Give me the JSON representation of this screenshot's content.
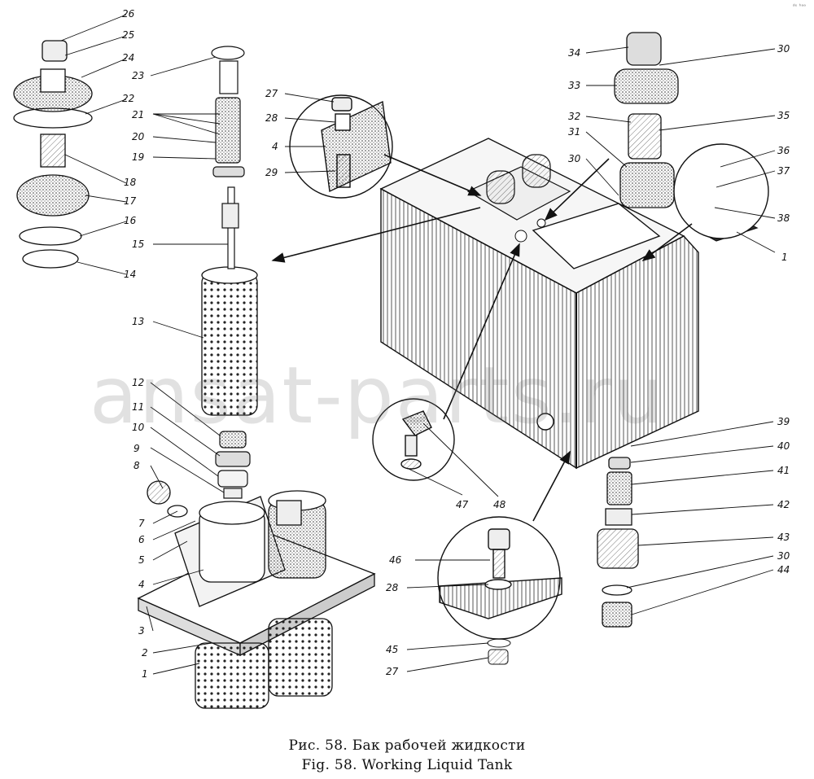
{
  "caption": {
    "ru": "Рис. 58. Бак рабочей жидкости",
    "en": "Fig. 58. Working Liquid Tank"
  },
  "watermark": "ansat-parts.ru",
  "corner_mark": "ᵈᵉ ʰᵃᵃ",
  "callouts": [
    {
      "id": "c26",
      "text": "26"
    },
    {
      "id": "c25",
      "text": "25"
    },
    {
      "id": "c24",
      "text": "24"
    },
    {
      "id": "c22",
      "text": "22"
    },
    {
      "id": "c18",
      "text": "18"
    },
    {
      "id": "c17",
      "text": "17"
    },
    {
      "id": "c16",
      "text": "16"
    },
    {
      "id": "c14",
      "text": "14"
    },
    {
      "id": "c23",
      "text": "23"
    },
    {
      "id": "c21",
      "text": "21"
    },
    {
      "id": "c20",
      "text": "20"
    },
    {
      "id": "c19",
      "text": "19"
    },
    {
      "id": "c15",
      "text": "15"
    },
    {
      "id": "c13",
      "text": "13"
    },
    {
      "id": "c12",
      "text": "12"
    },
    {
      "id": "c11",
      "text": "11"
    },
    {
      "id": "c10",
      "text": "10"
    },
    {
      "id": "c9",
      "text": "9"
    },
    {
      "id": "c8",
      "text": "8"
    },
    {
      "id": "c7",
      "text": "7"
    },
    {
      "id": "c6",
      "text": "6"
    },
    {
      "id": "c5",
      "text": "5"
    },
    {
      "id": "c4b",
      "text": "4"
    },
    {
      "id": "c3",
      "text": "3"
    },
    {
      "id": "c2",
      "text": "2"
    },
    {
      "id": "c1b",
      "text": "1"
    },
    {
      "id": "c27a",
      "text": "27"
    },
    {
      "id": "c28a",
      "text": "28"
    },
    {
      "id": "c4a",
      "text": "4"
    },
    {
      "id": "c29",
      "text": "29"
    },
    {
      "id": "c34",
      "text": "34"
    },
    {
      "id": "c30a",
      "text": "30"
    },
    {
      "id": "c33",
      "text": "33"
    },
    {
      "id": "c32",
      "text": "32"
    },
    {
      "id": "c35",
      "text": "35"
    },
    {
      "id": "c31",
      "text": "31"
    },
    {
      "id": "c30b",
      "text": "30"
    },
    {
      "id": "c36",
      "text": "36"
    },
    {
      "id": "c37",
      "text": "37"
    },
    {
      "id": "c38",
      "text": "38"
    },
    {
      "id": "c1a",
      "text": "1"
    },
    {
      "id": "c39",
      "text": "39"
    },
    {
      "id": "c40",
      "text": "40"
    },
    {
      "id": "c41",
      "text": "41"
    },
    {
      "id": "c42",
      "text": "42"
    },
    {
      "id": "c43",
      "text": "43"
    },
    {
      "id": "c30c",
      "text": "30"
    },
    {
      "id": "c44",
      "text": "44"
    },
    {
      "id": "c47",
      "text": "47"
    },
    {
      "id": "c48",
      "text": "48"
    },
    {
      "id": "c46",
      "text": "46"
    },
    {
      "id": "c28b",
      "text": "28"
    },
    {
      "id": "c45",
      "text": "45"
    },
    {
      "id": "c27b",
      "text": "27"
    }
  ]
}
